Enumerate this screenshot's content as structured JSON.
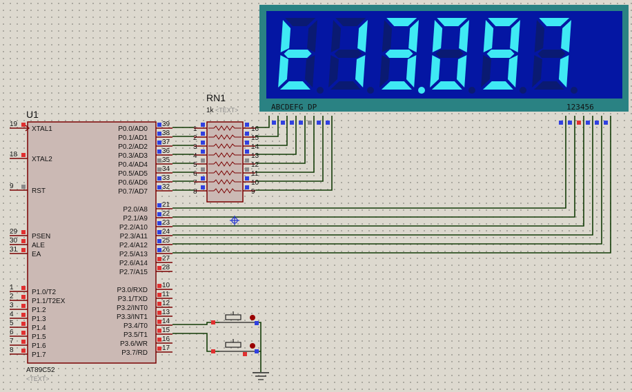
{
  "mcu": {
    "ref": "U1",
    "part": "AT89C52",
    "text_placeholder": "<TEXT>",
    "left_pins": [
      {
        "num": "19",
        "label": "XTAL1"
      },
      {
        "num": "18",
        "label": "XTAL2"
      },
      {
        "num": "9",
        "label": "RST"
      },
      {
        "num": "29",
        "label": "PSEN"
      },
      {
        "num": "30",
        "label": "ALE"
      },
      {
        "num": "31",
        "label": "EA"
      },
      {
        "num": "1",
        "label": "P1.0/T2"
      },
      {
        "num": "2",
        "label": "P1.1/T2EX"
      },
      {
        "num": "3",
        "label": "P1.2"
      },
      {
        "num": "4",
        "label": "P1.3"
      },
      {
        "num": "5",
        "label": "P1.4"
      },
      {
        "num": "6",
        "label": "P1.5"
      },
      {
        "num": "7",
        "label": "P1.6"
      },
      {
        "num": "8",
        "label": "P1.7"
      }
    ],
    "right_pins": [
      {
        "num": "39",
        "label": "P0.0/AD0"
      },
      {
        "num": "38",
        "label": "P0.1/AD1"
      },
      {
        "num": "37",
        "label": "P0.2/AD2"
      },
      {
        "num": "36",
        "label": "P0.3/AD3"
      },
      {
        "num": "35",
        "label": "P0.4/AD4"
      },
      {
        "num": "34",
        "label": "P0.5/AD5"
      },
      {
        "num": "33",
        "label": "P0.6/AD6"
      },
      {
        "num": "32",
        "label": "P0.7/AD7"
      },
      {
        "num": "21",
        "label": "P2.0/A8"
      },
      {
        "num": "22",
        "label": "P2.1/A9"
      },
      {
        "num": "23",
        "label": "P2.2/A10"
      },
      {
        "num": "24",
        "label": "P2.3/A11"
      },
      {
        "num": "25",
        "label": "P2.4/A12"
      },
      {
        "num": "26",
        "label": "P2.5/A13"
      },
      {
        "num": "27",
        "label": "P2.6/A14"
      },
      {
        "num": "28",
        "label": "P2.7/A15"
      },
      {
        "num": "10",
        "label": "P3.0/RXD"
      },
      {
        "num": "11",
        "label": "P3.1/TXD"
      },
      {
        "num": "12",
        "label": "P3.2/INT0"
      },
      {
        "num": "13",
        "label": "P3.3/INT1"
      },
      {
        "num": "14",
        "label": "P3.4/T0"
      },
      {
        "num": "15",
        "label": "P3.5/T1"
      },
      {
        "num": "16",
        "label": "P3.6/WR"
      },
      {
        "num": "17",
        "label": "P3.7/RD"
      }
    ]
  },
  "resistor_network": {
    "ref": "RN1",
    "value": "1k",
    "text_placeholder": "<TEXT>",
    "left_nums": [
      "1",
      "2",
      "3",
      "4",
      "5",
      "6",
      "7",
      "8"
    ],
    "right_nums": [
      "16",
      "15",
      "14",
      "13",
      "12",
      "11",
      "10",
      "9"
    ]
  },
  "display": {
    "digits": [
      "t",
      "1",
      "3",
      "0",
      "9",
      "7"
    ],
    "decimal_point_after_index": 2,
    "segment_label": "ABCDEFG DP",
    "digit_label": "123456",
    "colors": {
      "frame": "#2a8283",
      "lit": "#3fe9f4",
      "unlit": "#0a1a72",
      "background": "#0416a3"
    }
  }
}
